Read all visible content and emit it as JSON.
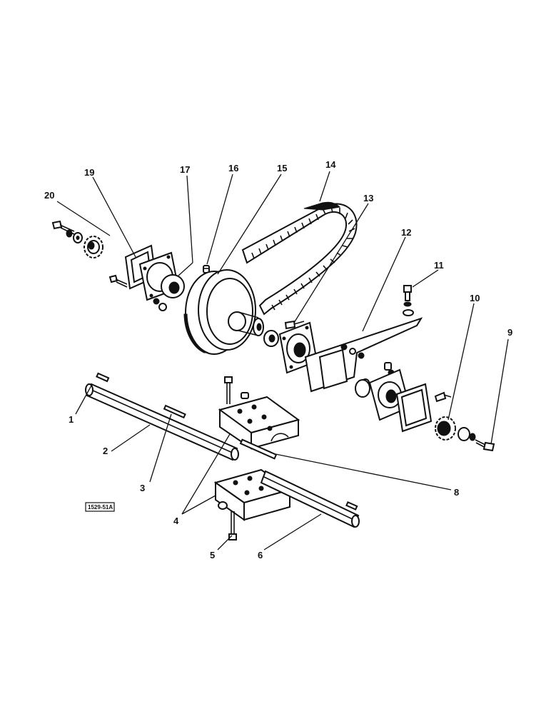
{
  "figure_ref": "1529-51A",
  "callouts": [
    {
      "n": "1"
    },
    {
      "n": "2"
    },
    {
      "n": "3"
    },
    {
      "n": "4"
    },
    {
      "n": "5"
    },
    {
      "n": "6"
    },
    {
      "n": "8"
    },
    {
      "n": "9"
    },
    {
      "n": "10"
    },
    {
      "n": "11"
    },
    {
      "n": "12"
    },
    {
      "n": "13"
    },
    {
      "n": "14"
    },
    {
      "n": "15"
    },
    {
      "n": "16"
    },
    {
      "n": "17"
    },
    {
      "n": "19"
    },
    {
      "n": "20"
    }
  ]
}
